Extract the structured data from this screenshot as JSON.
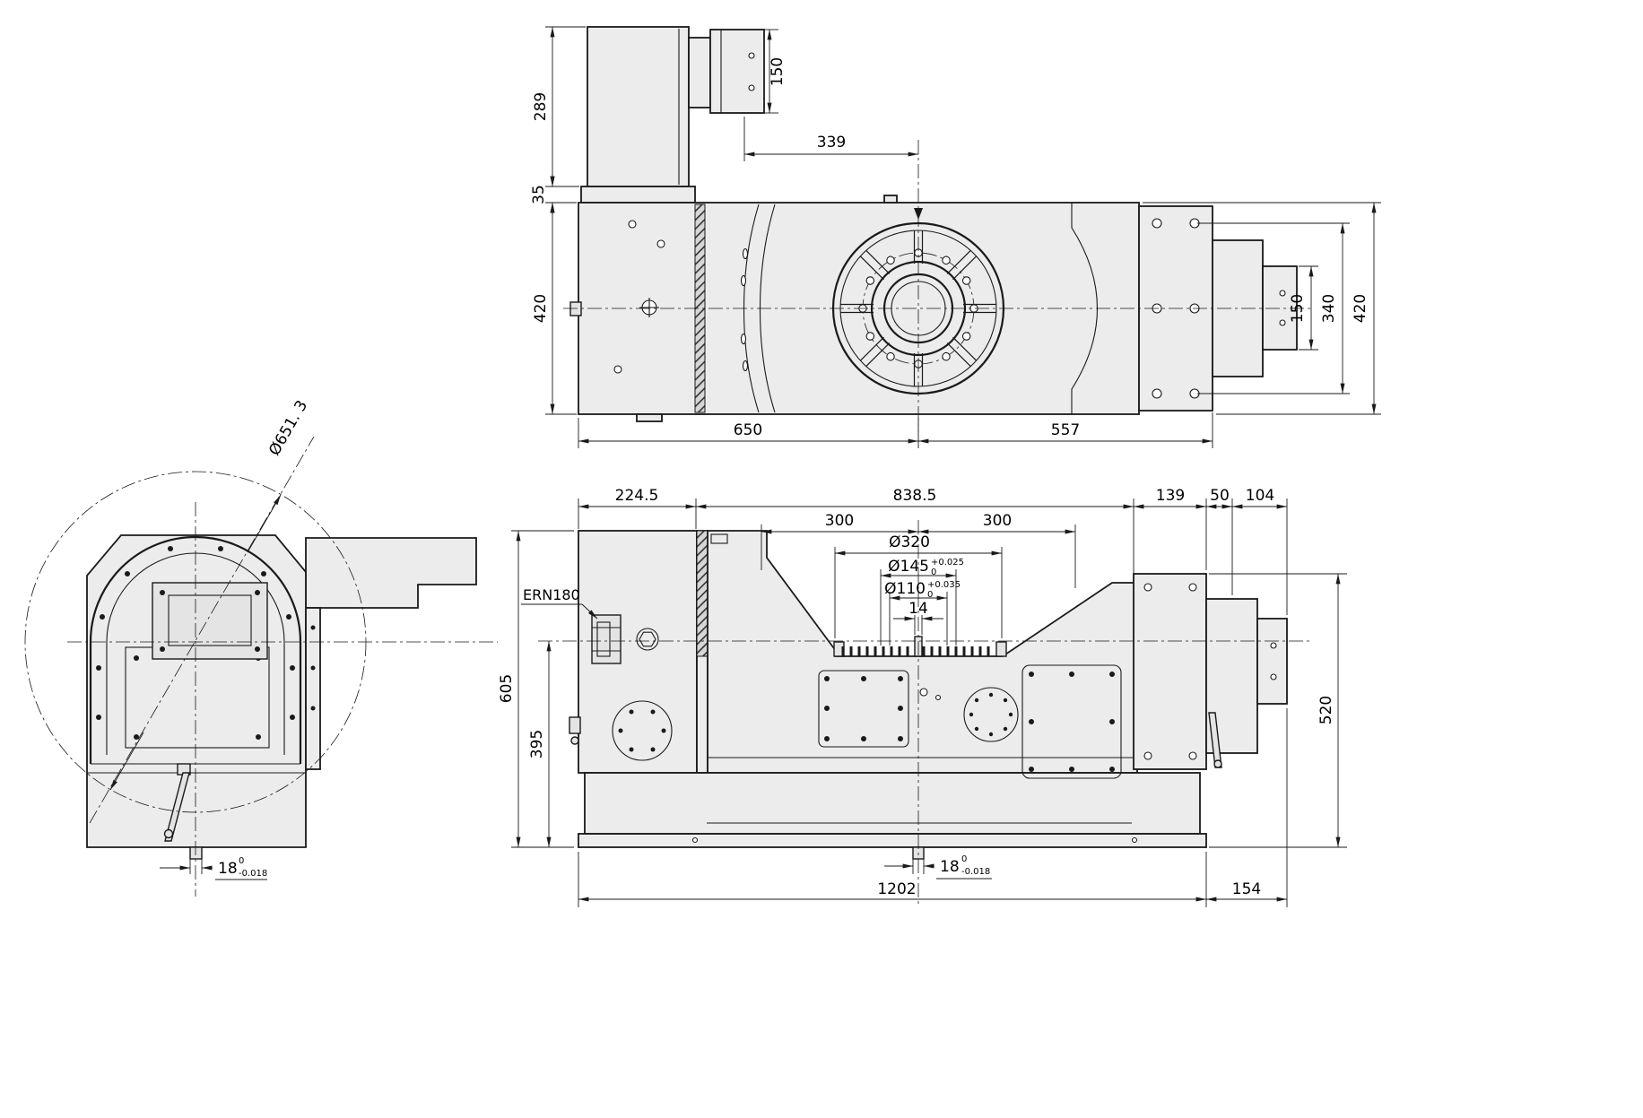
{
  "top_view": {
    "dim_289": "289",
    "dim_35": "35",
    "dim_420_left": "420",
    "dim_150_motor": "150",
    "dim_339": "339",
    "dim_650": "650",
    "dim_557": "557",
    "dim_150_shaft": "150",
    "dim_340": "340",
    "dim_420_right": "420"
  },
  "side_view": {
    "dim_dia_pivot": "Ø651. 3",
    "dim_key_width": "18",
    "tol_key_upper": "0",
    "tol_key_lower": "-0.018"
  },
  "front_view": {
    "dim_224_5": "224.5",
    "dim_838_5": "838.5",
    "dim_139": "139",
    "dim_50": "50",
    "dim_104": "104",
    "dim_300_left": "300",
    "dim_300_right": "300",
    "dim_dia_320": "Ø320",
    "dim_dia_145": "Ø145",
    "tol_145_upper": "+0.025",
    "tol_145_lower": "0",
    "dim_dia_110": "Ø110",
    "tol_110_upper": "+0.035",
    "tol_110_lower": "0",
    "dim_14": "14",
    "label_encoder": "ERN180",
    "dim_605": "605",
    "dim_395": "395",
    "dim_520": "520",
    "dim_key_width": "18",
    "tol_key_upper": "0",
    "tol_key_lower": "-0.018",
    "dim_1202": "1202",
    "dim_154": "154"
  }
}
